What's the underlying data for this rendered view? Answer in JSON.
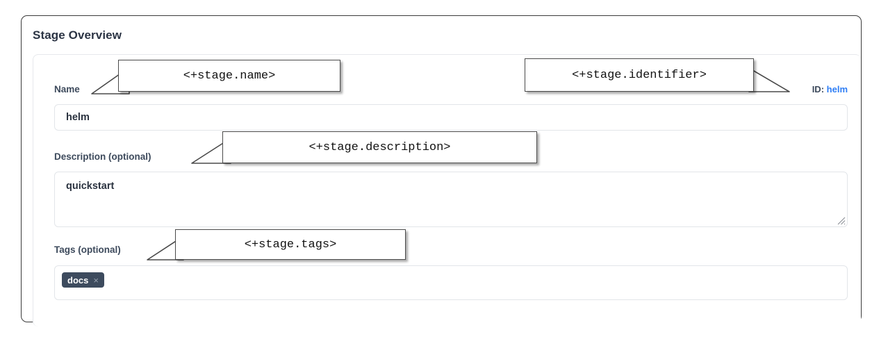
{
  "panel": {
    "title": "Stage Overview"
  },
  "form": {
    "name": {
      "label": "Name",
      "value": "helm"
    },
    "identifier": {
      "prefix": "ID:",
      "value": "helm"
    },
    "description": {
      "label": "Description (optional)",
      "value": "quickstart"
    },
    "tags": {
      "label": "Tags (optional)",
      "chips": [
        {
          "label": "docs",
          "remove_icon": "×"
        }
      ]
    }
  },
  "annotations": [
    {
      "id": "name",
      "text": "<+stage.name>"
    },
    {
      "id": "identifier",
      "text": "<+stage.identifier>"
    },
    {
      "id": "description",
      "text": "<+stage.description>"
    },
    {
      "id": "tags",
      "text": "<+stage.tags>"
    }
  ],
  "colors": {
    "frame_border": "#3a3a3a",
    "label_text": "#3d4a5c",
    "link_blue": "#2f7ef5",
    "chip_background": "#3d4b5e",
    "field_border": "#e2e5e9",
    "callout_border": "#4a4a4a"
  }
}
